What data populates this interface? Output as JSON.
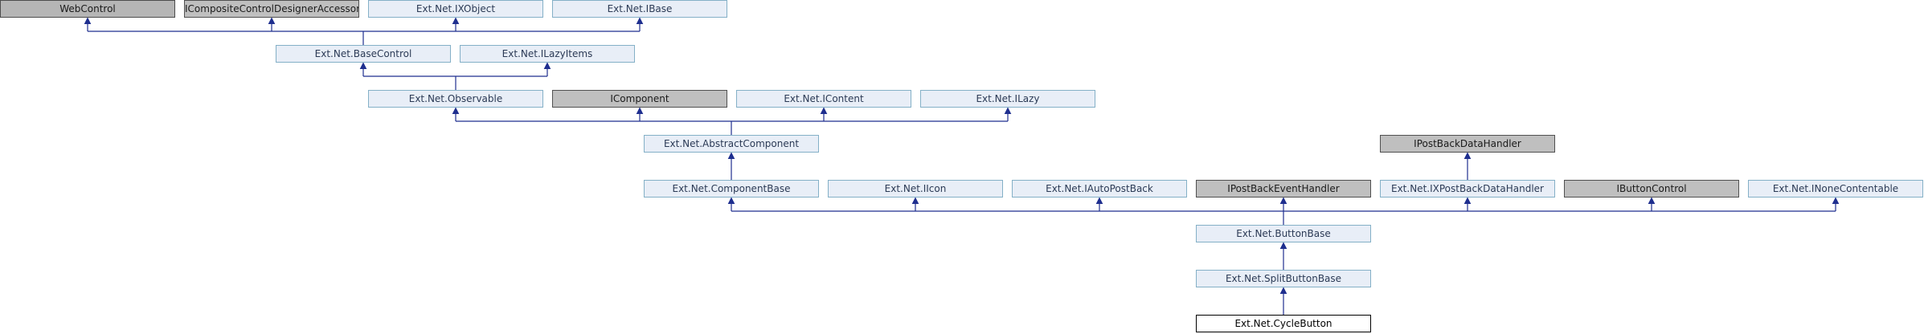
{
  "nodes": [
    {
      "id": "webcontrol",
      "label": "WebControl",
      "kind": "external"
    },
    {
      "id": "icompositecontroldesigneraccessor",
      "label": "ICompositeControlDesignerAccessor",
      "kind": "external"
    },
    {
      "id": "ixobject",
      "label": "Ext.Net.IXObject",
      "kind": "class"
    },
    {
      "id": "ibase",
      "label": "Ext.Net.IBase",
      "kind": "class"
    },
    {
      "id": "basecontrol",
      "label": "Ext.Net.BaseControl",
      "kind": "class"
    },
    {
      "id": "ilazyitems",
      "label": "Ext.Net.ILazyItems",
      "kind": "class"
    },
    {
      "id": "observable",
      "label": "Ext.Net.Observable",
      "kind": "class"
    },
    {
      "id": "icomponent",
      "label": "IComponent",
      "kind": "external"
    },
    {
      "id": "icontent",
      "label": "Ext.Net.IContent",
      "kind": "class"
    },
    {
      "id": "ilazy",
      "label": "Ext.Net.ILazy",
      "kind": "class"
    },
    {
      "id": "abstractcomponent",
      "label": "Ext.Net.AbstractComponent",
      "kind": "class"
    },
    {
      "id": "ipostbackdatahandler",
      "label": "IPostBackDataHandler",
      "kind": "external"
    },
    {
      "id": "componentbase",
      "label": "Ext.Net.ComponentBase",
      "kind": "class"
    },
    {
      "id": "iicon",
      "label": "Ext.Net.IIcon",
      "kind": "class"
    },
    {
      "id": "iautopostback",
      "label": "Ext.Net.IAutoPostBack",
      "kind": "class"
    },
    {
      "id": "ipostbackeventhandler",
      "label": "IPostBackEventHandler",
      "kind": "external"
    },
    {
      "id": "ixpostbackdatahandler",
      "label": "Ext.Net.IXPostBackDataHandler",
      "kind": "class"
    },
    {
      "id": "ibuttoncontrol",
      "label": "IButtonControl",
      "kind": "external"
    },
    {
      "id": "inonecontentable",
      "label": "Ext.Net.INoneContentable",
      "kind": "class"
    },
    {
      "id": "buttonbase",
      "label": "Ext.Net.ButtonBase",
      "kind": "class"
    },
    {
      "id": "splitbuttonbase",
      "label": "Ext.Net.SplitButtonBase",
      "kind": "class"
    },
    {
      "id": "cyclebutton",
      "label": "Ext.Net.CycleButton",
      "kind": "current"
    }
  ],
  "edges": [
    {
      "from": "basecontrol",
      "to": "webcontrol"
    },
    {
      "from": "basecontrol",
      "to": "icompositecontroldesigneraccessor"
    },
    {
      "from": "basecontrol",
      "to": "ixobject"
    },
    {
      "from": "basecontrol",
      "to": "ibase"
    },
    {
      "from": "observable",
      "to": "basecontrol"
    },
    {
      "from": "observable",
      "to": "ilazyitems"
    },
    {
      "from": "abstractcomponent",
      "to": "observable"
    },
    {
      "from": "abstractcomponent",
      "to": "icomponent"
    },
    {
      "from": "abstractcomponent",
      "to": "icontent"
    },
    {
      "from": "abstractcomponent",
      "to": "ilazy"
    },
    {
      "from": "componentbase",
      "to": "abstractcomponent"
    },
    {
      "from": "ixpostbackdatahandler",
      "to": "ipostbackdatahandler"
    },
    {
      "from": "buttonbase",
      "to": "componentbase"
    },
    {
      "from": "buttonbase",
      "to": "iicon"
    },
    {
      "from": "buttonbase",
      "to": "iautopostback"
    },
    {
      "from": "buttonbase",
      "to": "ipostbackeventhandler"
    },
    {
      "from": "buttonbase",
      "to": "ixpostbackdatahandler"
    },
    {
      "from": "buttonbase",
      "to": "ibuttoncontrol"
    },
    {
      "from": "buttonbase",
      "to": "inonecontentable"
    },
    {
      "from": "splitbuttonbase",
      "to": "buttonbase"
    },
    {
      "from": "cyclebutton",
      "to": "splitbuttonbase"
    }
  ],
  "colors": {
    "edge": "#1f2f8f",
    "class_fill": "#e8eef7",
    "class_border": "#84b0c7",
    "external_fill": "#bfbfbf",
    "current_fill": "#ffffff"
  }
}
